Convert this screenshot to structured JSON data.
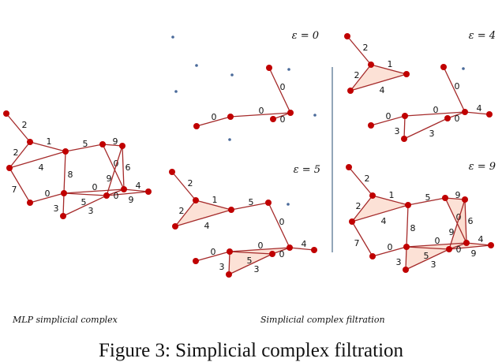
{
  "graph": {
    "nodes": [
      "A",
      "B",
      "C",
      "D",
      "E",
      "F",
      "G",
      "H",
      "I",
      "J",
      "K",
      "L"
    ],
    "edges": [
      {
        "u": "A",
        "v": "B",
        "w": 2
      },
      {
        "u": "B",
        "v": "D",
        "w": 1
      },
      {
        "u": "B",
        "v": "C",
        "w": 2
      },
      {
        "u": "C",
        "v": "D",
        "w": 4
      },
      {
        "u": "D",
        "v": "E",
        "w": 5
      },
      {
        "u": "E",
        "v": "F",
        "w": 9
      },
      {
        "u": "D",
        "v": "H",
        "w": 8
      },
      {
        "u": "C",
        "v": "G",
        "w": 7
      },
      {
        "u": "G",
        "v": "H",
        "w": 0
      },
      {
        "u": "H",
        "v": "I",
        "w": 0
      },
      {
        "u": "H",
        "v": "J",
        "w": 5
      },
      {
        "u": "H",
        "v": "L",
        "w": 3
      },
      {
        "u": "L",
        "v": "J",
        "w": 3
      },
      {
        "u": "E",
        "v": "I",
        "w": 0
      },
      {
        "u": "F",
        "v": "I",
        "w": 6
      },
      {
        "u": "F",
        "v": "J",
        "w": 9
      },
      {
        "u": "I",
        "v": "K",
        "w": 4
      },
      {
        "u": "J",
        "v": "K",
        "w": 9
      },
      {
        "u": "I",
        "v": "J",
        "w": 0
      }
    ]
  },
  "panels": [
    {
      "id": "mlp",
      "epsilon": null,
      "eps_label": "",
      "fill_triangles": false
    },
    {
      "id": "eps0",
      "epsilon": 0,
      "eps_label": "ε = 0",
      "fill_triangles": true
    },
    {
      "id": "eps4",
      "epsilon": 4,
      "eps_label": "ε = 4",
      "fill_triangles": true
    },
    {
      "id": "eps5",
      "epsilon": 5,
      "eps_label": "ε = 5",
      "fill_triangles": true
    },
    {
      "id": "eps9",
      "epsilon": 9,
      "eps_label": "ε = 9",
      "fill_triangles": true
    }
  ],
  "colors": {
    "edge": "#a52a2a",
    "node": "#c00000",
    "triangle_fill": "#fbdccf",
    "inactive_node": "#4a6a9a",
    "divider": "#4a6a8a"
  },
  "labels": {
    "left_caption": "MLP simplicial complex",
    "right_caption": "Simplicial complex filtration",
    "figure_caption": "Figure 3: Simplicial complex filtration"
  }
}
